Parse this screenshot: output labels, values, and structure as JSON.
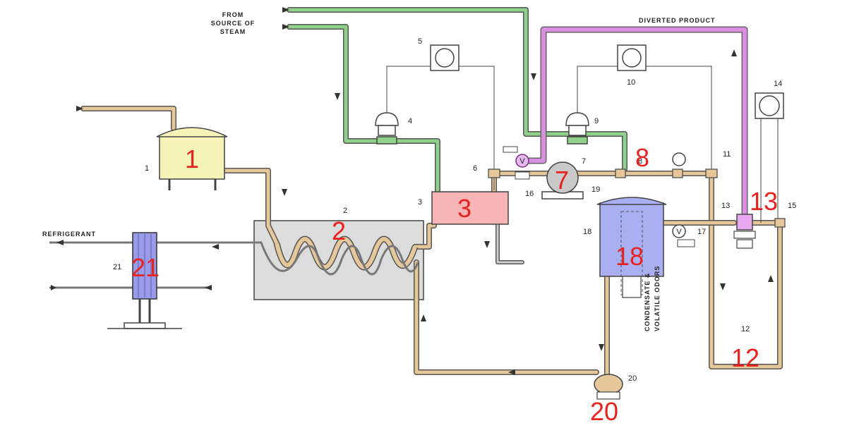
{
  "text": {
    "steam_source": [
      "FROM",
      "SOURCE OF",
      "STEAM"
    ],
    "diverted_product": "DIVERTED PRODUCT",
    "refrigerant": "REFRIGERANT",
    "condensate": [
      "CONDENSATE &",
      "VOLATILE ODORS"
    ],
    "valve": "V"
  },
  "big_labels": {
    "n1": "1",
    "n2": "2",
    "n3": "3",
    "n7": "7",
    "n8": "8",
    "n12": "12",
    "n13": "13",
    "n18": "18",
    "n20": "20",
    "n21": "21"
  },
  "small_labels": {
    "s1": "1",
    "s2": "2",
    "s3": "3",
    "s4": "4",
    "s5": "5",
    "s6": "6",
    "s7": "7",
    "s8": "8",
    "s9": "9",
    "s10": "10",
    "s11": "11",
    "s12": "12",
    "s13": "13",
    "s14": "14",
    "s15": "15",
    "s16": "16",
    "s17": "17",
    "s18": "18",
    "s19": "19",
    "s20": "20",
    "s21": "21"
  },
  "colors": {
    "product_pipe": "#e6c79a",
    "steam_pipe": "#8fd08a",
    "diverted_pipe": "#d98ee0",
    "tank1": "#f6f3b8",
    "vessel2": "#dcdcdc",
    "heater3": "#f7b5b5",
    "tank18": "#a9aff0",
    "pump7": "#c9c9c9",
    "exchanger21": "#9a9be8",
    "label_red": "#e8231f"
  }
}
